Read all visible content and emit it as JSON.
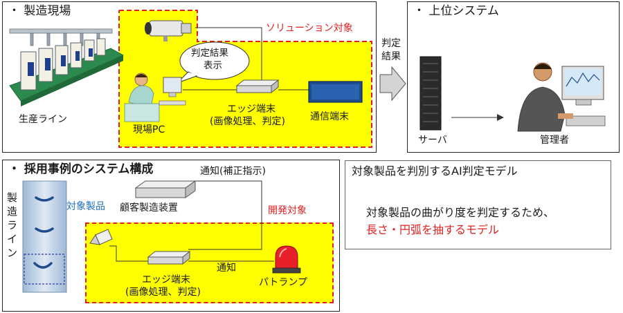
{
  "factory": {
    "title": "・ 製造現場",
    "line_label": "生産ライン",
    "pc_label": "現場PC",
    "bubble_line1": "判定結果",
    "bubble_line2": "表示",
    "solution_label": "ソリューション対象",
    "edge_label_line1": "エッジ端末",
    "edge_label_line2": "(画像処理、判定)",
    "comm_label": "通信端末"
  },
  "arrow": {
    "line1": "判定",
    "line2": "結果"
  },
  "upper": {
    "title": "・ 上位システム",
    "server_label": "サーバ",
    "admin_label": "管理者"
  },
  "adoption": {
    "title": "・ 採用事例のシステム構成",
    "notify_top": "通知(補正指示)",
    "line_label_chars": [
      "製",
      "造",
      "ラ",
      "イ",
      "ン"
    ],
    "product_label": "対象製品",
    "device_label": "顧客製造装置",
    "dev_target_label": "開発対象",
    "notify": "通知",
    "edge_label_line1": "エッジ端末",
    "edge_label_line2": "(画像処理、判定)",
    "lamp_label": "パトランプ"
  },
  "model": {
    "title": "対象製品を判別するAI判定モデル",
    "desc": "対象製品の曲がり度を判定するため、",
    "emphasis": "長さ・円弧を抽するモデル"
  }
}
